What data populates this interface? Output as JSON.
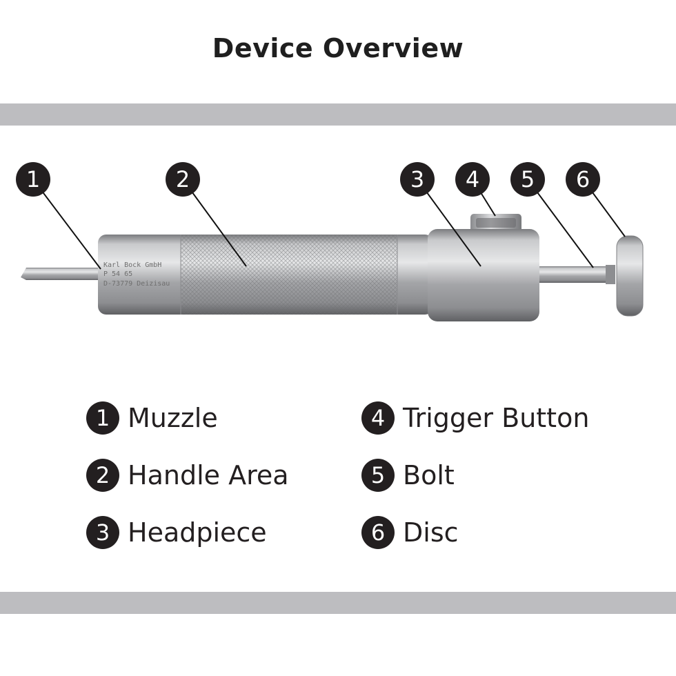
{
  "title": "Device Overview",
  "engraving": {
    "line1": "Karl Bock GmbH",
    "line2": "P 54 65",
    "line3": "D-73779 Deizisau"
  },
  "parts": [
    {
      "num": "1",
      "label": "Muzzle"
    },
    {
      "num": "2",
      "label": "Handle Area"
    },
    {
      "num": "3",
      "label": "Headpiece"
    },
    {
      "num": "4",
      "label": "Trigger Button"
    },
    {
      "num": "5",
      "label": "Bolt"
    },
    {
      "num": "6",
      "label": "Disc"
    }
  ],
  "colors": {
    "badge": "#231f20",
    "band": "#bdbdc0",
    "metal": "#a9aaac"
  }
}
